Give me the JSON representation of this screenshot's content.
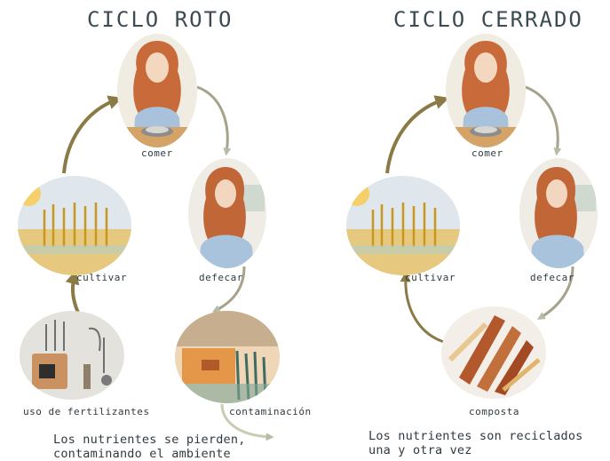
{
  "left": {
    "title": "CICLO ROTO",
    "labels": {
      "eat": "comer",
      "defecate": "defecar",
      "contamination": "contaminación",
      "fertilizers": "uso de fertilizantes",
      "cultivate": "cultivar"
    },
    "caption_line1": "Los nutrientes se pierden,",
    "caption_line2": "contaminando el ambiente"
  },
  "right": {
    "title": "CICLO CERRADO",
    "labels": {
      "eat": "comer",
      "defecate": "defecar",
      "compost": "composta",
      "cultivate": "cultivar"
    },
    "caption_line1": "Los nutrientes son reciclados",
    "caption_line2": "una y otra vez"
  },
  "colors": {
    "arrow": "#8a7a45",
    "text": "#2f3a40"
  }
}
